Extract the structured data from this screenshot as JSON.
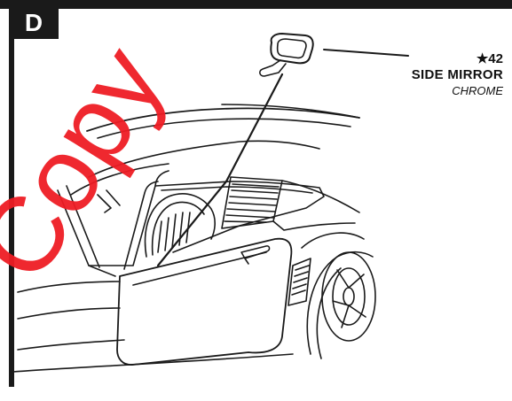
{
  "step": {
    "letter": "D"
  },
  "callout": {
    "number": "★42",
    "name": "SIDE MIRROR",
    "finish": "CHROME"
  },
  "watermark": {
    "text": "Copy",
    "color": "#ee1c24"
  }
}
